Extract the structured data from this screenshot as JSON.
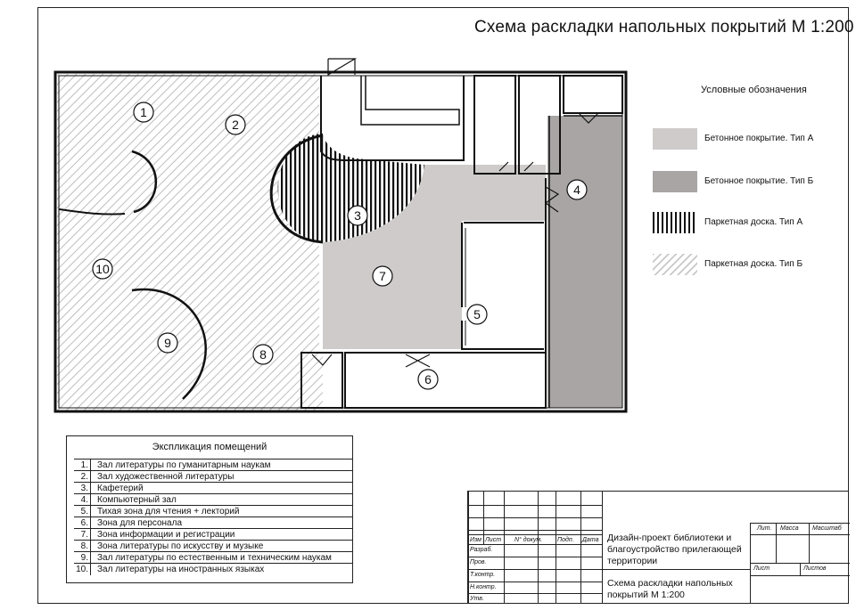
{
  "title": "Схема раскладки напольных покрытий М 1:200",
  "legend": {
    "title": "Условные обозначения",
    "items": [
      {
        "label": "Бетонное покрытие. Тип А",
        "pattern": "concrete-a",
        "color": "#cfcbcb"
      },
      {
        "label": "Бетонное покрытие. Тип Б",
        "pattern": "concrete-b",
        "color": "#a9a5a5"
      },
      {
        "label": "Паркетная доска. Тип А",
        "pattern": "parquet-a-vertical-stripes",
        "color": "#111111"
      },
      {
        "label": "Паркетная доска. Тип Б",
        "pattern": "parquet-b-diagonal-hatch",
        "color": "#c8c8c8"
      }
    ]
  },
  "room_labels": [
    "1",
    "2",
    "3",
    "4",
    "5",
    "6",
    "7",
    "8",
    "9",
    "10"
  ],
  "explication": {
    "title": "Экспликация помещений",
    "rows": [
      {
        "n": "1.",
        "name": "Зал литературы по гуманитарным наукам"
      },
      {
        "n": "2.",
        "name": "Зал художественной литературы"
      },
      {
        "n": "3.",
        "name": "Кафетерий"
      },
      {
        "n": "4.",
        "name": "Компьютерный зал"
      },
      {
        "n": "5.",
        "name": "Тихая зона для чтения + лекторий"
      },
      {
        "n": "6.",
        "name": "Зона для персонала"
      },
      {
        "n": "7.",
        "name": "Зона информации и регистрации"
      },
      {
        "n": "8.",
        "name": "Зона литературы по искусству и музыке"
      },
      {
        "n": "9.",
        "name": "Зал литературы по естественным и техническим наукам"
      },
      {
        "n": "10.",
        "name": "Зал литературы на иностранных языках"
      }
    ]
  },
  "stamp": {
    "header": {
      "izm": "Изм",
      "list": "Лист",
      "doc": "N° докум.",
      "sign": "Подп.",
      "date": "Дата"
    },
    "roles": [
      "Разраб.",
      "Пров.",
      "Т.контр.",
      "Н.контр.",
      "Утв."
    ],
    "project": "Дизайн-проект библиотеки и благоустройство прилегающей территории",
    "sheet_name": "Схема раскладки напольных покрытий М 1:200",
    "lit": "Лит.",
    "mass": "Масса",
    "scale": "Масштаб",
    "sheet": "Лист",
    "sheets": "Листов"
  }
}
